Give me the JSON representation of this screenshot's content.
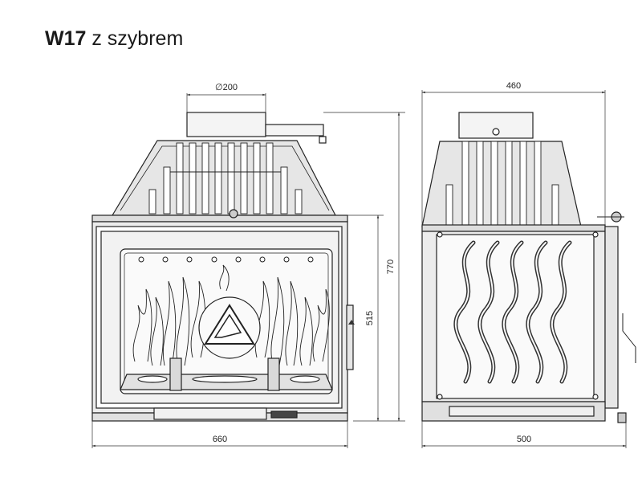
{
  "title": {
    "model": "W17",
    "variant": "z szybrem"
  },
  "dimensions": {
    "flue_diameter": "∅200",
    "side_depth_top": "460",
    "total_height": "770",
    "body_height": "515",
    "front_width": "660",
    "side_depth_bottom": "500"
  }
}
